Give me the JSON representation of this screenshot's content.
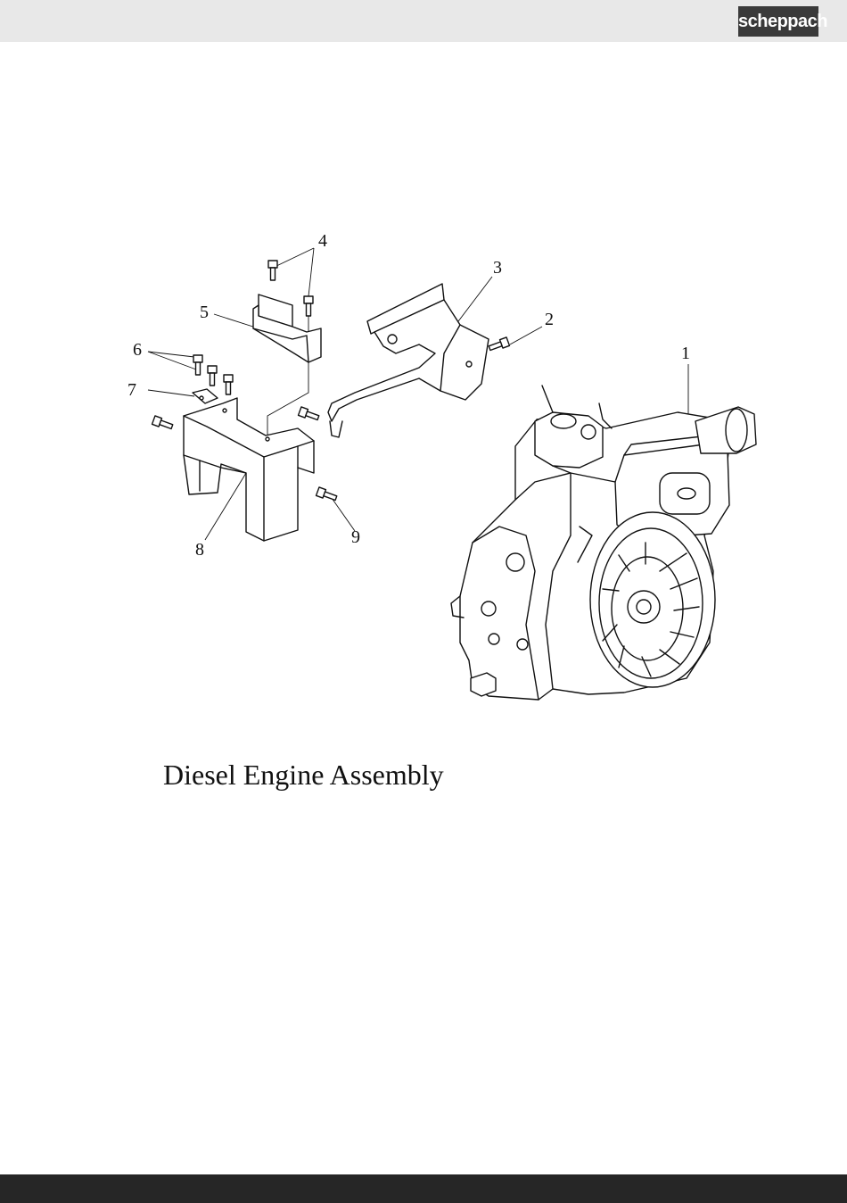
{
  "header": {
    "brand_logo": "scheppach",
    "background": "#e8e8e8",
    "logo_background": "#3a3a3a"
  },
  "figure": {
    "caption": "Diesel Engine Assembly",
    "callouts": [
      "1",
      "2",
      "3",
      "4",
      "5",
      "6",
      "7",
      "8",
      "9"
    ]
  },
  "footer": {
    "background": "#262626"
  }
}
